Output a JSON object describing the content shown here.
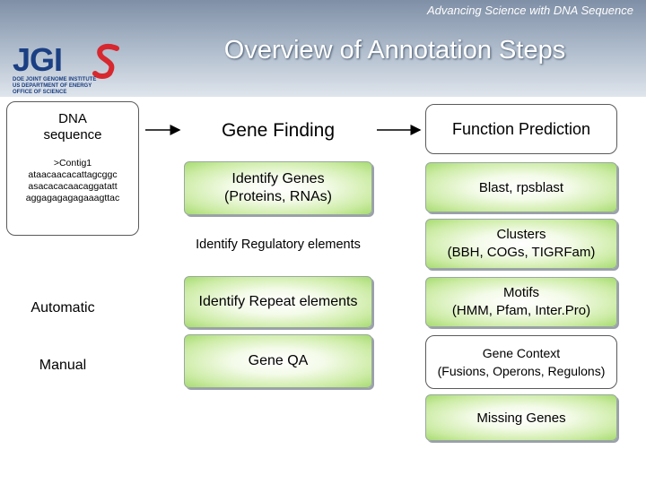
{
  "header": {
    "tagline": "Advancing Science with DNA Sequence",
    "title": "Overview of Annotation Steps",
    "logo_letters": "JGI",
    "logo_line1": "DOE JOINT GENOME INSTITUTE",
    "logo_line2": "US DEPARTMENT OF ENERGY",
    "logo_line3": "OFFICE OF SCIENCE"
  },
  "left": {
    "dna_label": "DNA\nsequence",
    "contig_text": ">Contig1\nataacaacacattagcggc\nasacacacaacaggatatt\naggagagagagaaagttac",
    "automatic": "Automatic",
    "manual": "Manual"
  },
  "gene_finding": {
    "header": "Gene Finding",
    "items": [
      "Identify Genes\n(Proteins, RNAs)",
      "Identify Regulatory elements",
      "Identify Repeat elements",
      "Gene QA"
    ]
  },
  "function_prediction": {
    "header": "Function Prediction",
    "items": [
      "Blast, rpsblast",
      "Clusters\n(BBH, COGs, TIGRFam)",
      "Motifs\n(HMM, Pfam, Inter.Pro)",
      "Gene Context\n(Fusions, Operons, Regulons)",
      "Missing Genes"
    ]
  },
  "colors": {
    "header_bg": "#8e9db2",
    "logo_blue": "#1b3f83",
    "logo_red": "#d7282f",
    "box_green": "#a8dc72",
    "arrow": "#000000"
  }
}
